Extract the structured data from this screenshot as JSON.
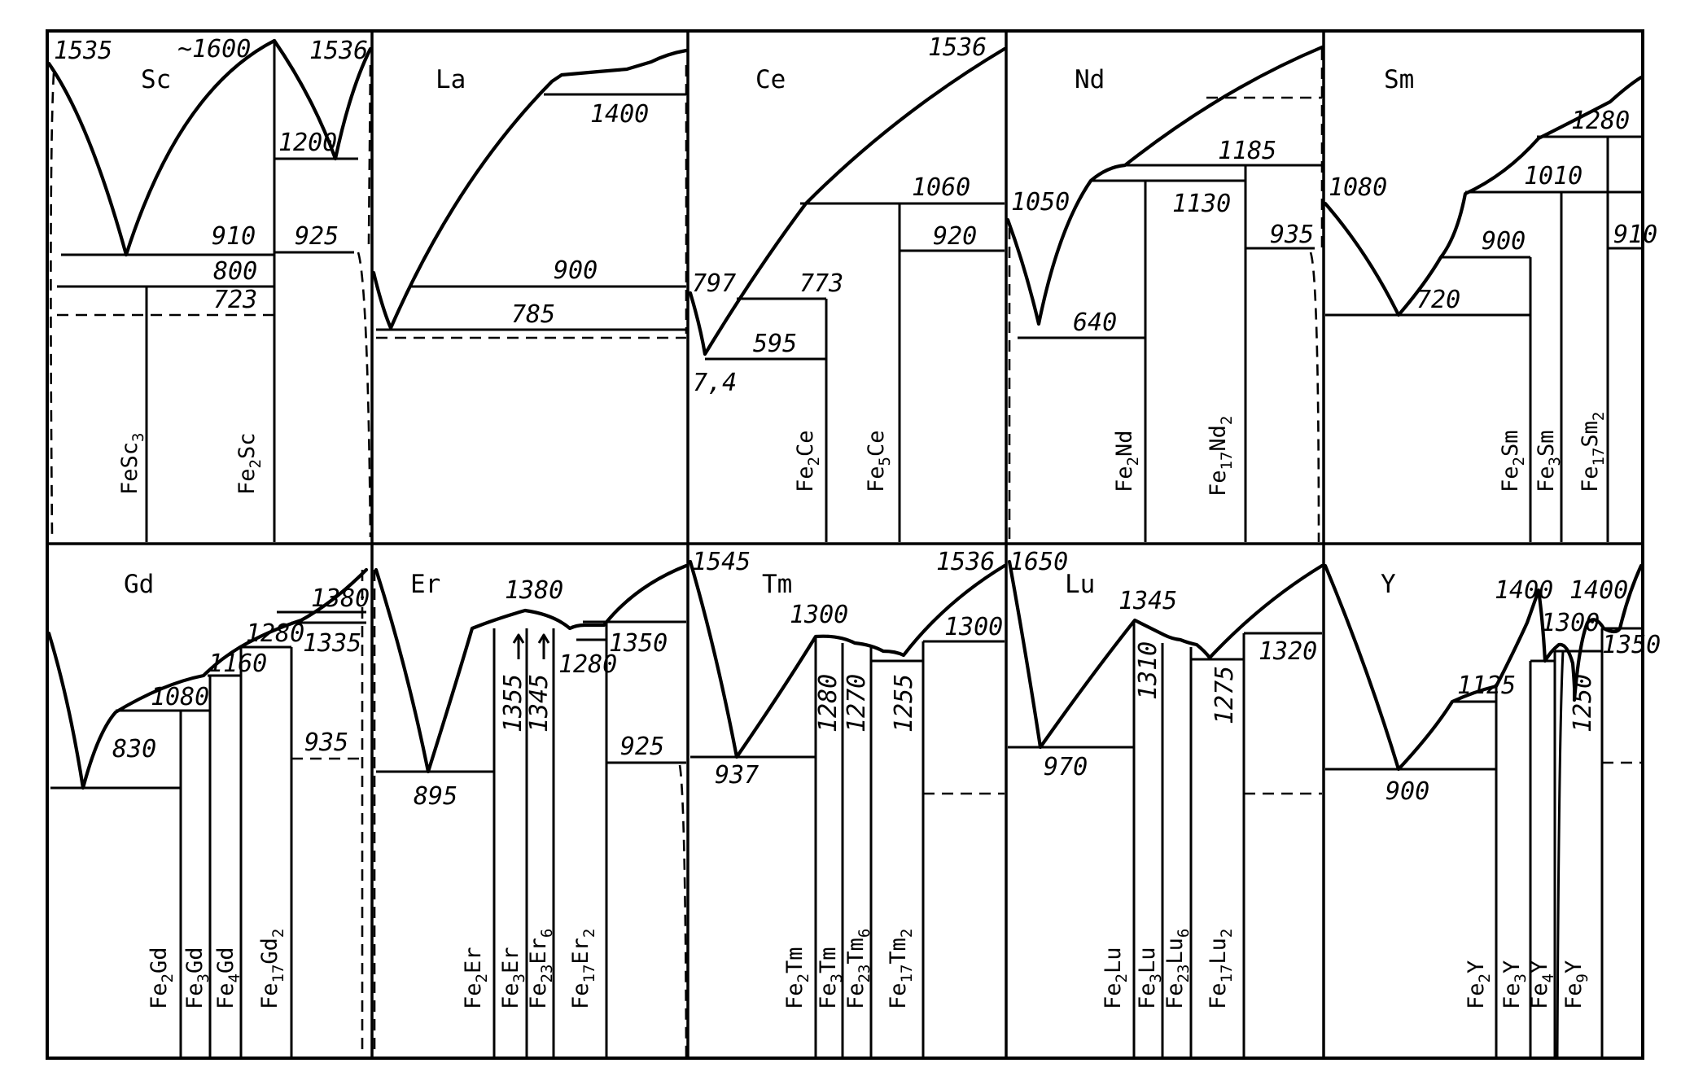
{
  "panels": [
    {
      "id": "Sc",
      "element": "Sc",
      "temperatures": [
        "1535",
        "~1600",
        "1536",
        "1200",
        "910",
        "925",
        "800",
        "723"
      ],
      "compounds": [
        {
          "base": "FeSc",
          "sub": "3"
        },
        {
          "base": "Fe",
          "sub": "2",
          "rest": "Sc"
        }
      ]
    },
    {
      "id": "La",
      "element": "La",
      "temperatures": [
        "1400",
        "900",
        "785"
      ],
      "compounds": []
    },
    {
      "id": "Ce",
      "element": "Ce",
      "temperatures": [
        "1536",
        "1060",
        "920",
        "797",
        "773",
        "595",
        "7,4"
      ],
      "compounds": [
        {
          "base": "Fe",
          "sub": "2",
          "rest": "Ce"
        },
        {
          "base": "Fe",
          "sub": "5",
          "rest": "Ce"
        }
      ]
    },
    {
      "id": "Nd",
      "element": "Nd",
      "temperatures": [
        "1185",
        "1050",
        "1130",
        "935",
        "640"
      ],
      "compounds": [
        {
          "base": "Fe",
          "sub": "2",
          "rest": "Nd"
        },
        {
          "base": "Fe",
          "sub": "17",
          "rest": "Nd",
          "sub2": "2"
        }
      ]
    },
    {
      "id": "Sm",
      "element": "Sm",
      "temperatures": [
        "1280",
        "1080",
        "1010",
        "910",
        "900",
        "720"
      ],
      "compounds": [
        {
          "base": "Fe",
          "sub": "2",
          "rest": "Sm"
        },
        {
          "base": "Fe",
          "sub": "3",
          "rest": "Sm"
        },
        {
          "base": "Fe",
          "sub": "17",
          "rest": "Sm",
          "sub2": "2"
        }
      ]
    },
    {
      "id": "Gd",
      "element": "Gd",
      "temperatures": [
        "1380",
        "1280",
        "1335",
        "1160",
        "1080",
        "935",
        "830"
      ],
      "compounds": [
        {
          "base": "Fe",
          "sub": "2",
          "rest": "Gd"
        },
        {
          "base": "Fe",
          "sub": "3",
          "rest": "Gd"
        },
        {
          "base": "Fe",
          "sub": "4",
          "rest": "Gd"
        },
        {
          "base": "Fe",
          "sub": "17",
          "rest": "Gd",
          "sub2": "2"
        }
      ]
    },
    {
      "id": "Er",
      "element": "Er",
      "temperatures": [
        "1380",
        "1355",
        "1345",
        "1280",
        "1350",
        "925",
        "895"
      ],
      "compounds": [
        {
          "base": "Fe",
          "sub": "2",
          "rest": "Er"
        },
        {
          "base": "Fe",
          "sub": "3",
          "rest": "Er"
        },
        {
          "base": "Fe",
          "sub": "23",
          "rest": "Er",
          "sub2": "6"
        },
        {
          "base": "Fe",
          "sub": "17",
          "rest": "Er",
          "sub2": "2"
        }
      ]
    },
    {
      "id": "Tm",
      "element": "Tm",
      "temperatures": [
        "1545",
        "1536",
        "1300",
        "1300",
        "1280",
        "1270",
        "1255",
        "937"
      ],
      "compounds": [
        {
          "base": "Fe",
          "sub": "2",
          "rest": "Tm"
        },
        {
          "base": "Fe",
          "sub": "3",
          "rest": "Tm"
        },
        {
          "base": "Fe",
          "sub": "23",
          "rest": "Tm",
          "sub2": "6"
        },
        {
          "base": "Fe",
          "sub": "17",
          "rest": "Tm",
          "sub2": "2"
        }
      ]
    },
    {
      "id": "Lu",
      "element": "Lu",
      "temperatures": [
        "1650",
        "1345",
        "1310",
        "1275",
        "1320",
        "970"
      ],
      "compounds": [
        {
          "base": "Fe",
          "sub": "2",
          "rest": "Lu"
        },
        {
          "base": "Fe",
          "sub": "3",
          "rest": "Lu"
        },
        {
          "base": "Fe",
          "sub": "23",
          "rest": "Lu",
          "sub2": "6"
        },
        {
          "base": "Fe",
          "sub": "17",
          "rest": "Lu",
          "sub2": "2"
        }
      ]
    },
    {
      "id": "Y",
      "element": "Y",
      "temperatures": [
        "1400",
        "1400",
        "1300",
        "1350",
        "1125",
        "1250",
        "900"
      ],
      "compounds": [
        {
          "base": "Fe",
          "sub": "2",
          "rest": "Y"
        },
        {
          "base": "Fe",
          "sub": "3",
          "rest": "Y"
        },
        {
          "base": "Fe",
          "sub": "4",
          "rest": "Y"
        },
        {
          "base": "Fe",
          "sub": "9",
          "rest": "Y"
        }
      ]
    }
  ]
}
